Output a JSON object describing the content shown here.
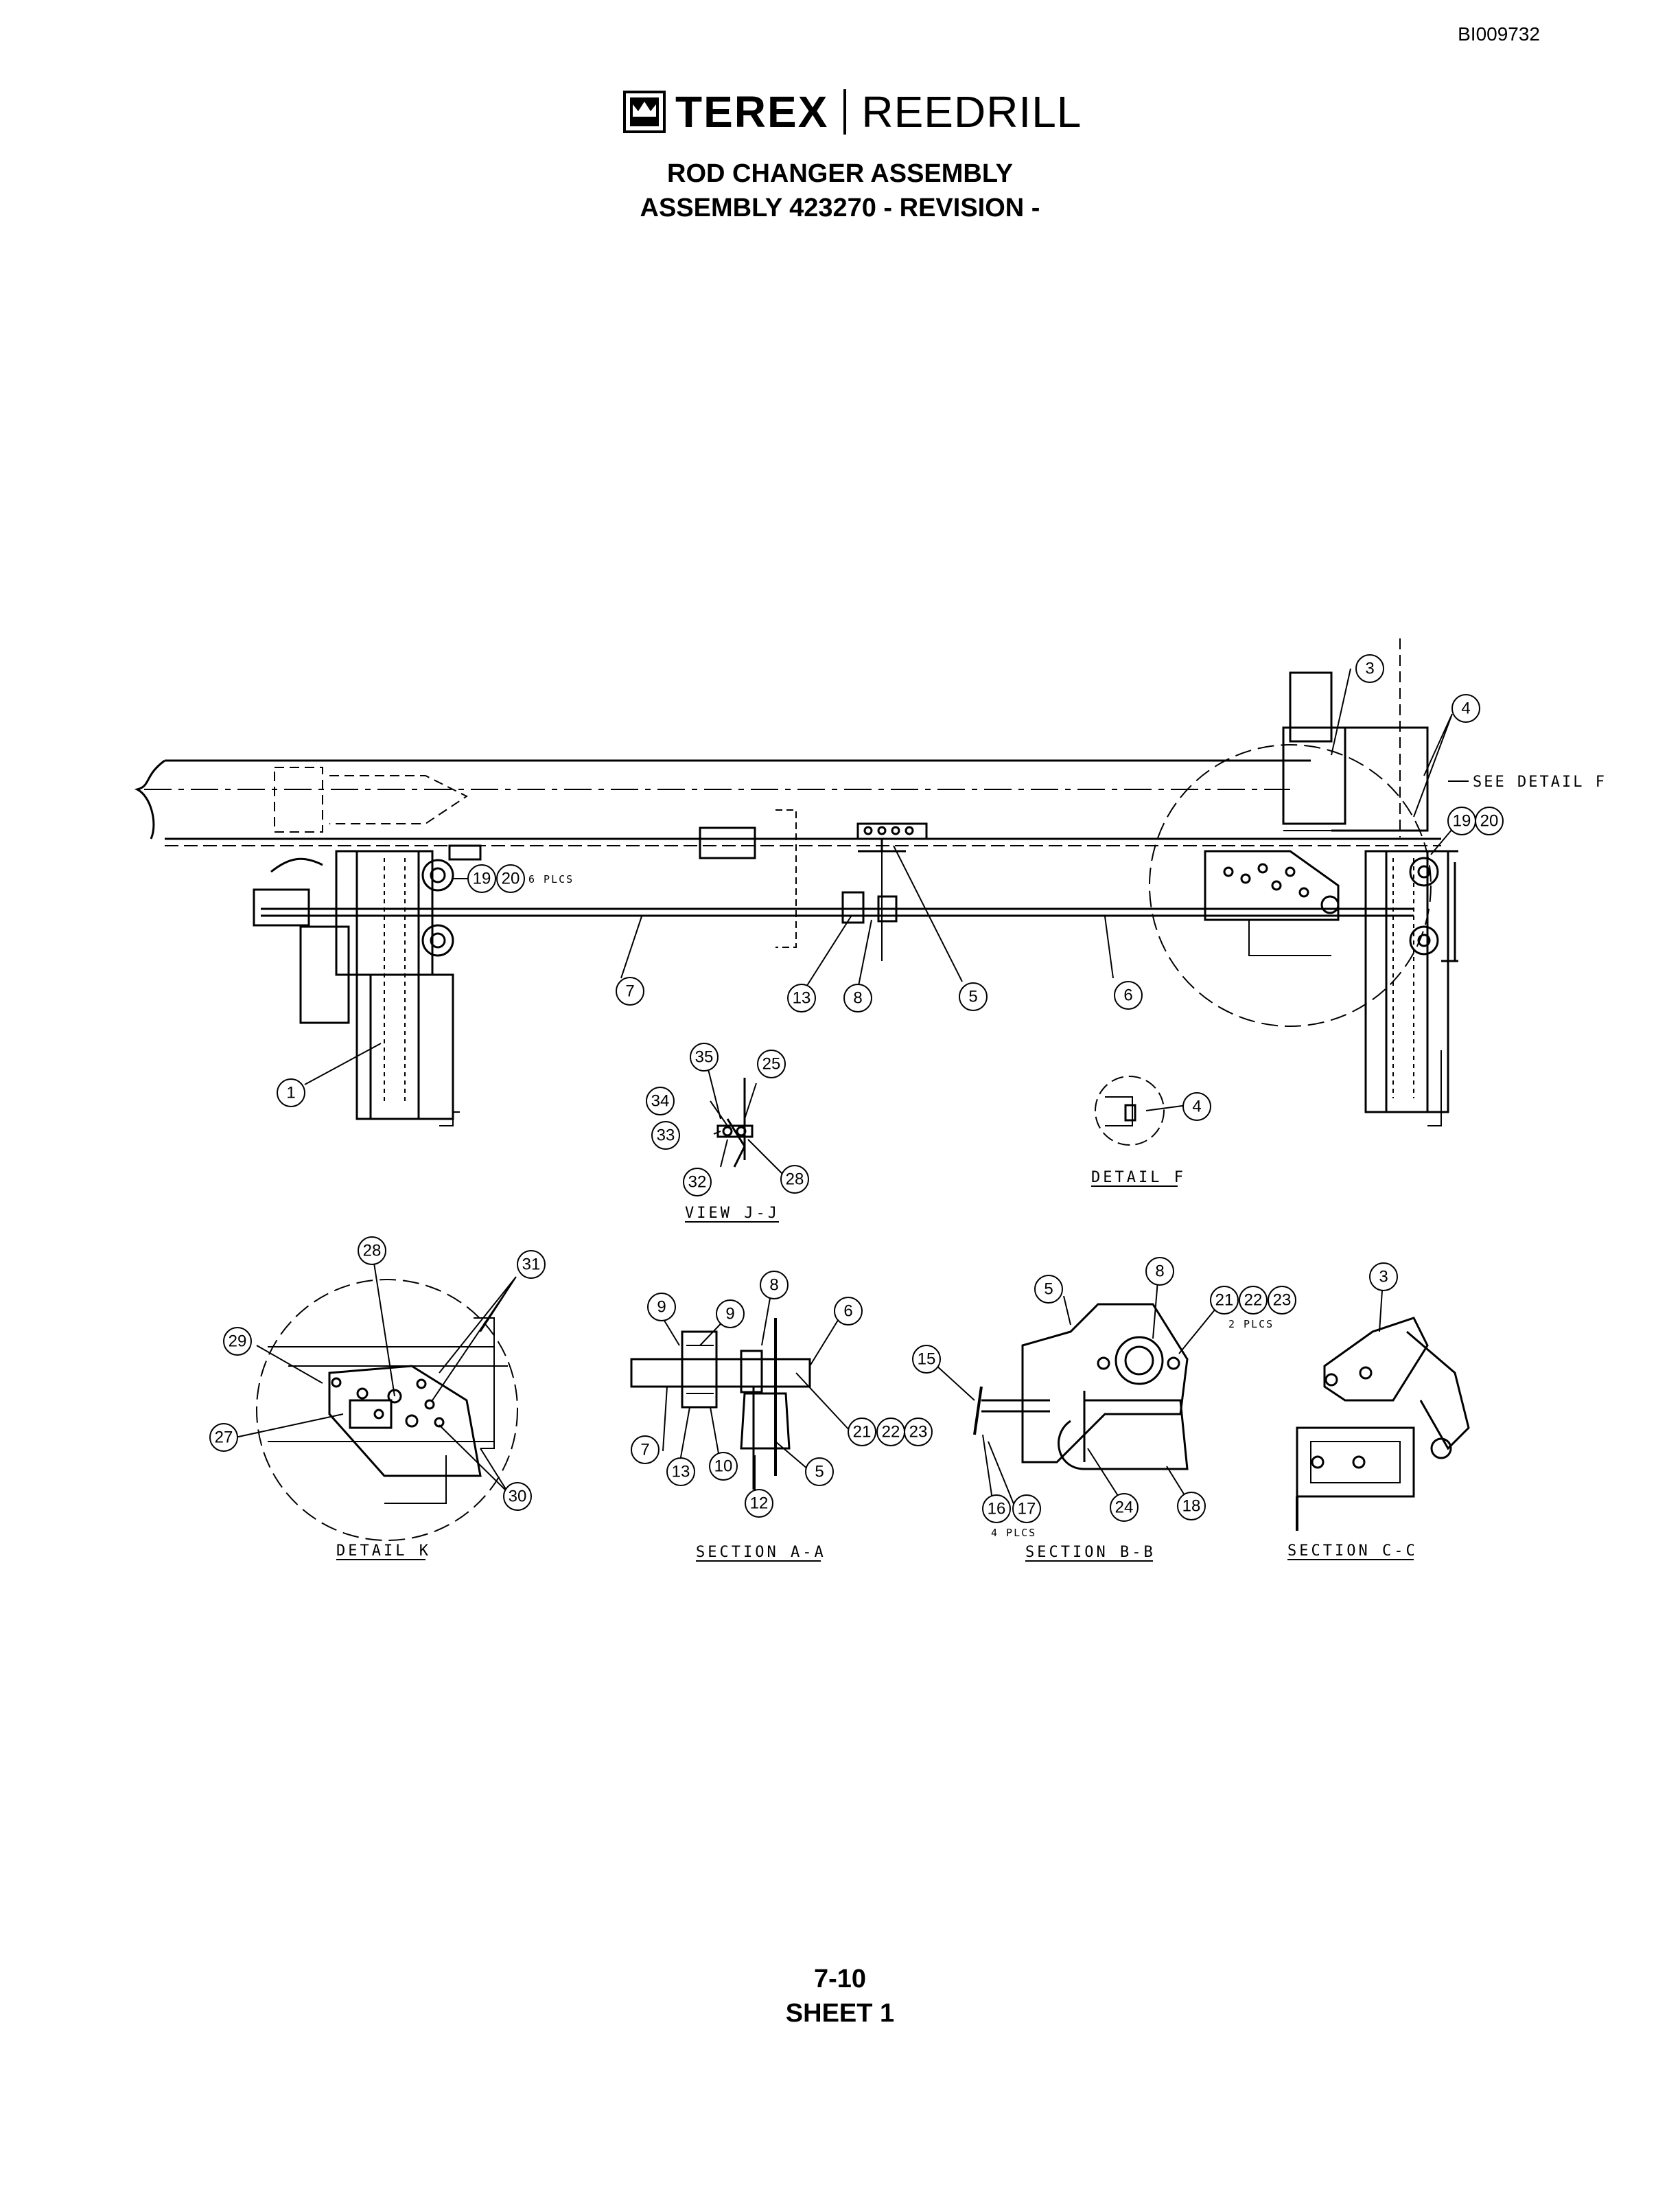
{
  "doc_id": "BI009732",
  "logo": {
    "brand": "TEREX",
    "sub": "REEDRILL"
  },
  "title_line1": "ROD CHANGER ASSEMBLY",
  "title_line2": "ASSEMBLY 423270 - REVISION -",
  "footer_line1": "7-10",
  "footer_line2": "SHEET 1",
  "callouts": {
    "see_detail_f": "SEE DETAIL F",
    "six_plcs": "6 PLCS",
    "two_plcs": "2 PLCS",
    "four_plcs": "4 PLCS"
  },
  "captions": {
    "view_jj": "VIEW J-J",
    "detail_f": "DETAIL F",
    "detail_k": "DETAIL K",
    "section_aa": "SECTION A-A",
    "section_bb": "SECTION B-B",
    "section_cc": "SECTION C-C"
  },
  "balloons": {
    "b1": "1",
    "b3": "3",
    "b4": "4",
    "b5": "5",
    "b6": "6",
    "b7": "7",
    "b8": "8",
    "b9": "9",
    "b10": "10",
    "b12": "12",
    "b13": "13",
    "b15": "15",
    "b16": "16",
    "b17": "17",
    "b18": "18",
    "b19": "19",
    "b20": "20",
    "b21": "21",
    "b22": "22",
    "b23": "23",
    "b24": "24",
    "b25": "25",
    "b27": "27",
    "b28": "28",
    "b29": "29",
    "b30": "30",
    "b31": "31",
    "b32": "32",
    "b33": "33",
    "b34": "34",
    "b35": "35"
  }
}
